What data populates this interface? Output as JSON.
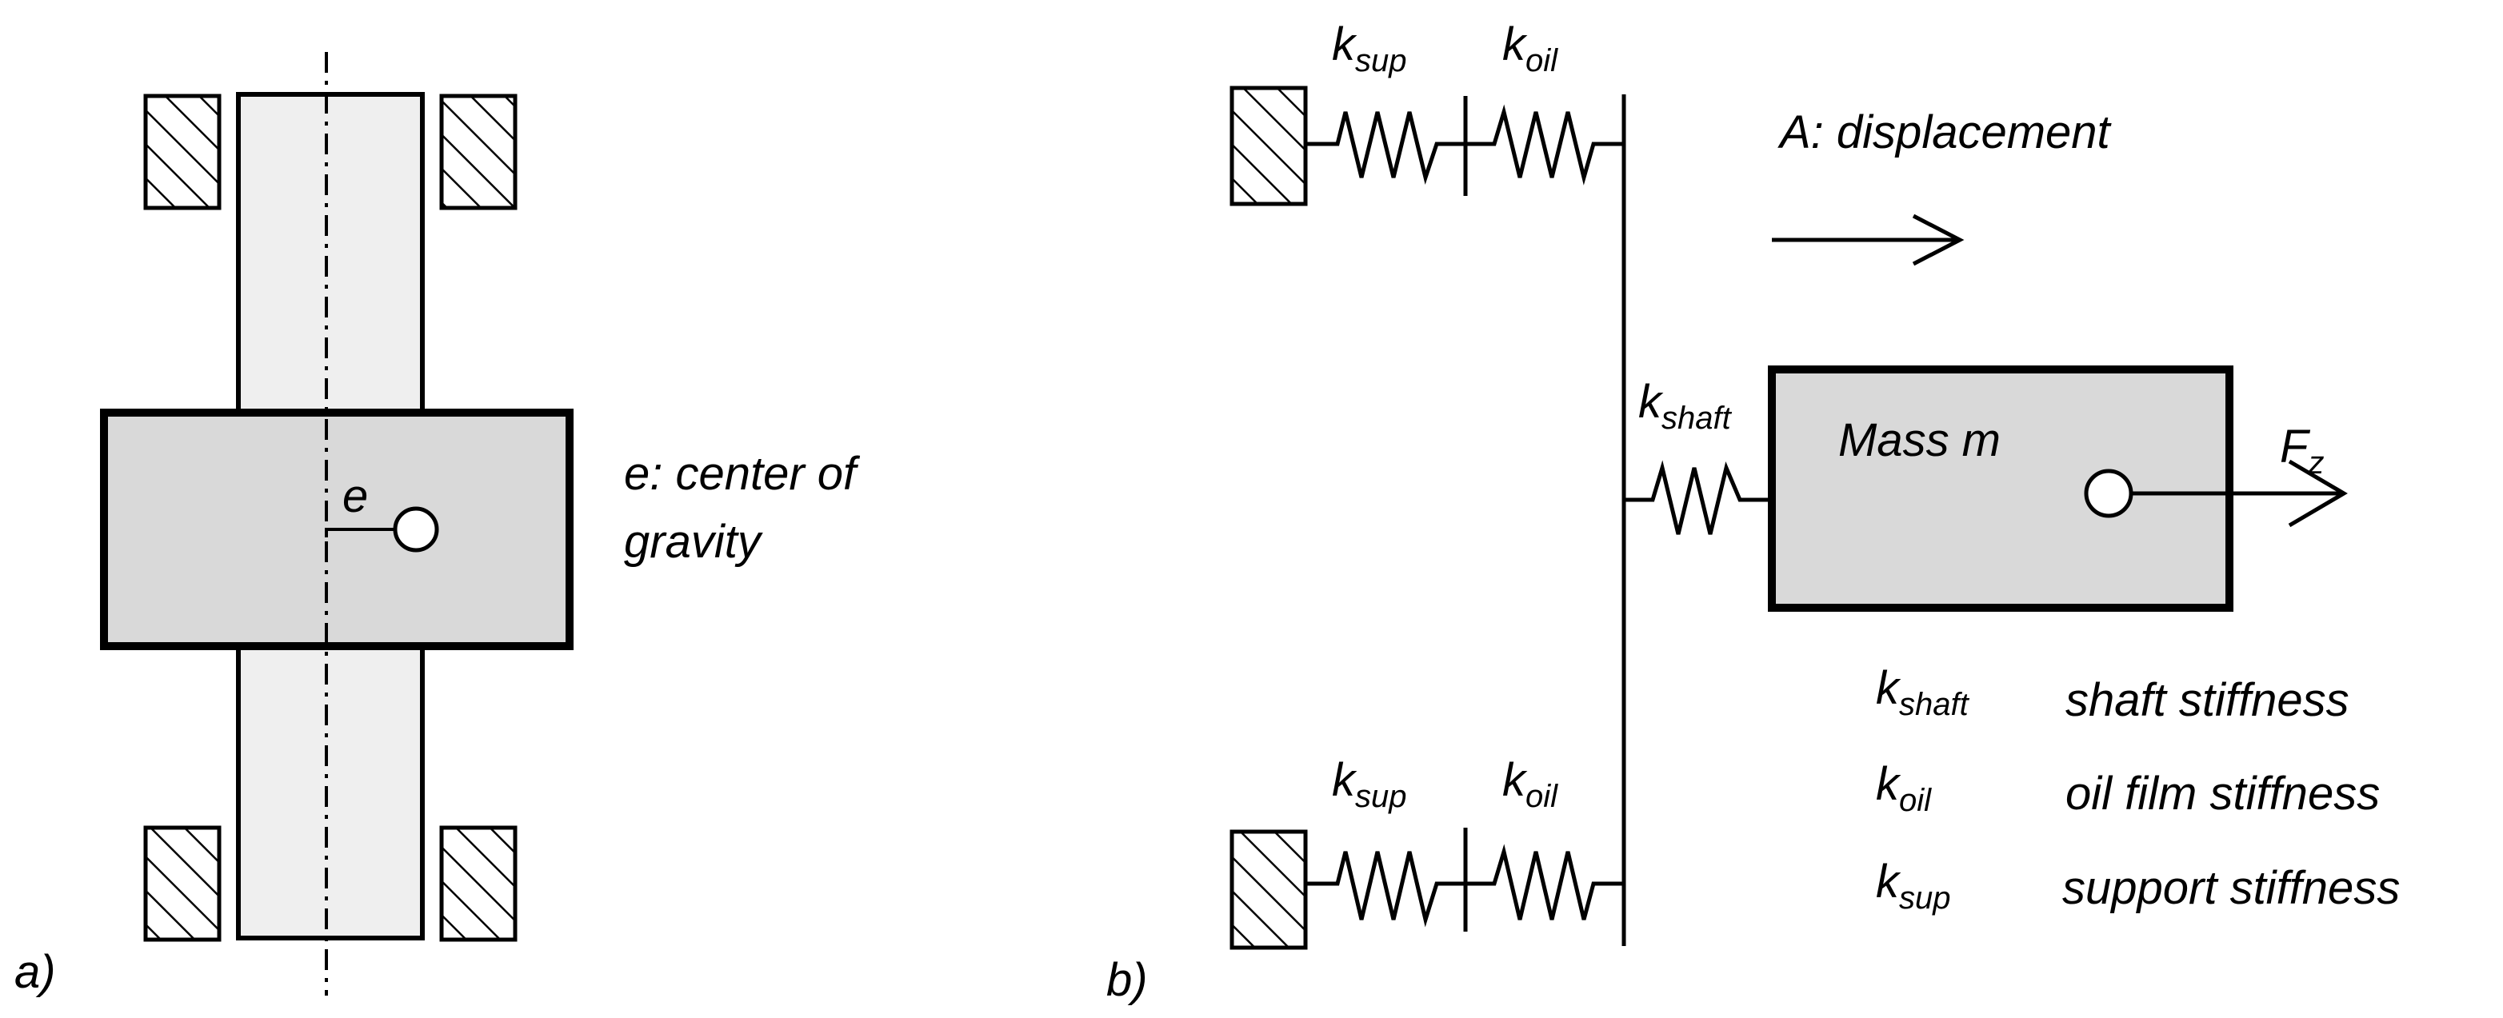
{
  "panel_a": {
    "label": "a)",
    "cg_symbol": "e",
    "cg_label_line1": "e: center of",
    "cg_label_line2": "gravity"
  },
  "panel_b": {
    "label": "b)",
    "displacement_label": "A: displacement",
    "mass_label": "Mass m",
    "force_symbol": "F",
    "force_subscript": "z",
    "k_symbol": "k",
    "sup_subscript": "sup",
    "oil_subscript": "oil",
    "shaft_subscript": "shaft",
    "legend": [
      {
        "subscript": "shaft",
        "description": "shaft stiffness"
      },
      {
        "subscript": "oil",
        "description": "oil film stiffness"
      },
      {
        "subscript": "sup",
        "description": "support stiffness"
      }
    ]
  },
  "colors": {
    "line": "#000000",
    "shaft_fill": "#efefef",
    "disk_fill": "#d9d9d9",
    "background": "#ffffff"
  }
}
